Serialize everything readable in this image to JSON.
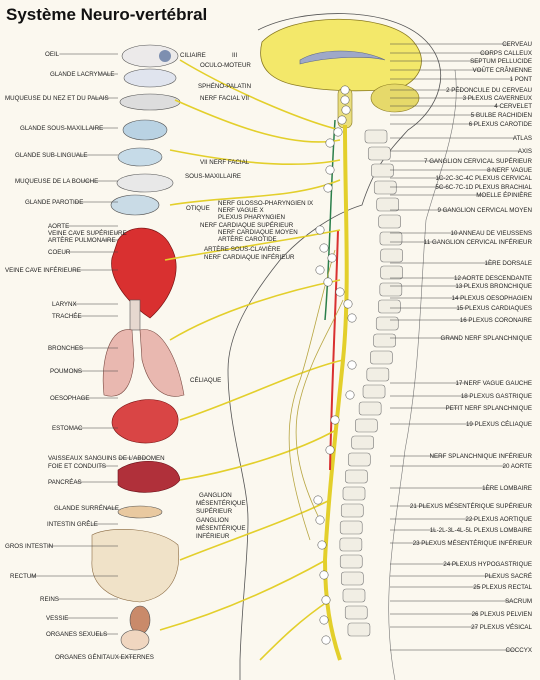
{
  "title": "Système Neuro-vertébral",
  "labels_left": [
    "OEIL",
    "GLANDE LACRYMALE",
    "MUQUEUSE DU NEZ ET DU PALAIS",
    "GLANDE SOUS-MAXILLAIRE",
    "GLANDE SUB-LINGUALE",
    "MUQUEUSE DE LA BOUCHE",
    "GLANDE PAROTIDE",
    "AORTE",
    "VEINE CAVE SUPÉRIEURE",
    "ARTÈRE PULMONAIRE",
    "COEUR",
    "VEINE CAVE INFÉRIEURE",
    "LARYNX",
    "TRACHÉE",
    "BRONCHES",
    "POUMONS",
    "OESOPHAGE",
    "ESTOMAC",
    "VAISSEAUX SANGUINS DE L'ABDOMEN",
    "FOIE ET CONDUITS",
    "PANCRÉAS",
    "GLANDE SURRÉNALE",
    "INTESTIN GRÊLE",
    "GROS INTESTIN",
    "RECTUM",
    "REINS",
    "VESSIE",
    "ORGANES SEXUELS",
    "ORGANES GÉNITAUX EXTERNES"
  ],
  "labels_center": [
    "CILIAIRE",
    "III",
    "OCULO-MOTEUR",
    "SPHÉNO-PALATIN",
    "NERF FACIAL VII",
    "VII NERF FACIAL",
    "SOUS-MAXILLAIRE",
    "OTIQUE",
    "NERF GLOSSO-PHARYNGIEN IX",
    "NERF VAGUE X",
    "PLEXUS PHARYNGIEN",
    "NERF CARDIAQUE SUPÉRIEUR",
    "NERF CARDIAQUE MOYEN",
    "ARTÈRE CAROTIDE",
    "ARTÈRE SOUS-CLAVIÈRE",
    "NERF CARDIAQUE INFÉRIEUR",
    "CÉLIAQUE",
    "GANGLION",
    "MÉSENTÉRIQUE",
    "SUPÉRIEUR",
    "GANGLION",
    "MÉSENTÉRIQUE",
    "INFÉRIEUR"
  ],
  "labels_right": [
    "CERVEAU",
    "CORPS CALLEUX",
    "SEPTUM PELLUCIDE",
    "VOÛTE CRÂNIENNE",
    "1 PONT",
    "2 PÉDONCULE DU CERVEAU",
    "3 PLEXUS CAVERNEUX",
    "4 CERVELET",
    "5 BULBE RACHIDIEN",
    "6 PLEXUS CAROTIDE",
    "ATLAS",
    "AXIS",
    "7 GANGLION CERVICAL SUPÉRIEUR",
    "8 NERF VAGUE",
    "1C-2C-3C-4C PLEXUS CERVICAL",
    "5C-6C-7C-1D PLEXUS BRACHIAL",
    "MOELLE ÉPINIÈRE",
    "9 GANGLION CERVICAL MOYEN",
    "10 ANNEAU DE VIEUSSENS",
    "11 GANGLION CERVICAL INFÉRIEUR",
    "1ÈRE DORSALE",
    "12 AORTE DESCENDANTE",
    "13 PLEXUS BRONCHIQUE",
    "14 PLEXUS OESOPHAGIEN",
    "15 PLEXUS CARDIAQUES",
    "16 PLEXUS CORONAIRE",
    "GRAND NERF SPLANCHNIQUE",
    "17 NERF VAGUE GAUCHE",
    "18 PLEXUS GASTRIQUE",
    "PETIT NERF SPLANCHNIQUE",
    "19 PLEXUS CÉLIAQUE",
    "NERF SPLANCHNIQUE INFÉRIEUR",
    "20 AORTE",
    "1ÈRE LOMBAIRE",
    "21 PLEXUS MÉSENTÉRIQUE SUPÉRIEUR",
    "22 PLEXUS AORTIQUE",
    "1L-2L-3L-4L-5L PLEXUS LOMBAIRE",
    "23 PLEXUS MÉSENTÉRIQUE INFÉRIEUR",
    "24 PLEXUS HYPOGASTRIQUE",
    "PLEXUS SACRÉ",
    "25 PLEXUS RECTAL",
    "SACRUM",
    "26 PLEXUS PELVIEN",
    "27 PLEXUS VÉSICAL",
    "COCCYX"
  ],
  "colors": {
    "nerve": "#e3cf2b",
    "brain": "#f3e86a",
    "heart": "#d93030",
    "lungs": "#e9b8b0",
    "bone": "#f1eee4"
  }
}
